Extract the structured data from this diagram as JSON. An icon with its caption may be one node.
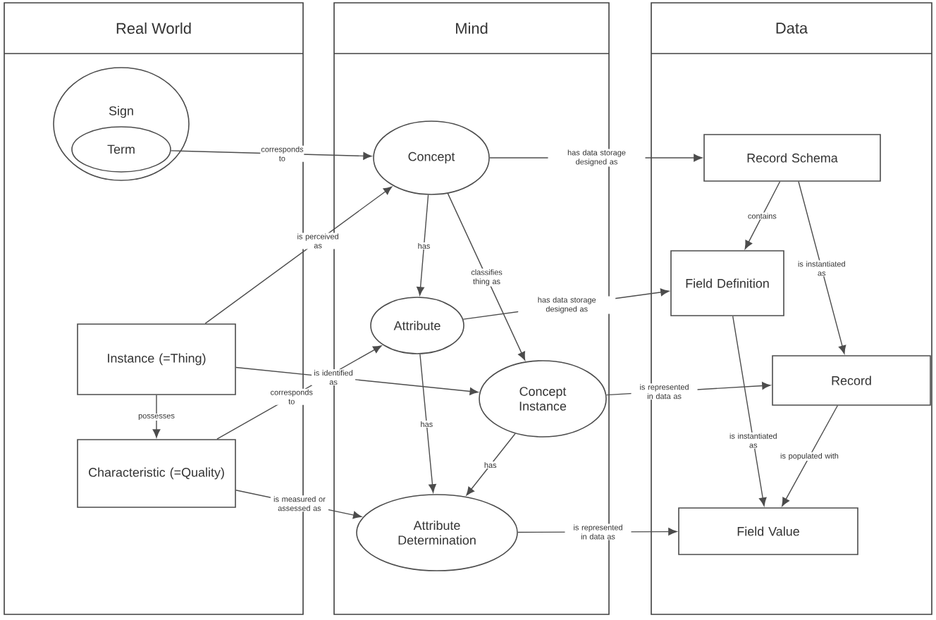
{
  "diagram": {
    "nodes": [
      {
        "text": [
          "Real World"
        ]
      },
      {
        "text": [
          "Mind"
        ]
      },
      {
        "text": [
          "Data"
        ]
      },
      {
        "text": [
          "Sign"
        ],
        "in": 0
      },
      {
        "text": [
          "Term"
        ],
        "in": 3
      },
      {
        "text": [
          "Instance (=Thing)"
        ],
        "in": 0
      },
      {
        "text": [
          "Characteristic (=Quality)"
        ],
        "in": 0
      },
      {
        "text": [
          "Concept"
        ],
        "in": 1
      },
      {
        "text": [
          "Attribute"
        ],
        "in": 1
      },
      {
        "text": [
          "Concept Instance"
        ],
        "in": 1
      },
      {
        "text": [
          "Attribute Determination"
        ],
        "in": 1
      },
      {
        "text": [
          "Record Schema"
        ],
        "in": 2
      },
      {
        "text": [
          "Field Definition"
        ],
        "in": 2
      },
      {
        "text": [
          "Record"
        ],
        "in": 2
      },
      {
        "text": [
          "Field Value"
        ],
        "in": 2
      }
    ],
    "edges": [
      {
        "from": 4,
        "to": 7,
        "arrow": "to",
        "label": "corresponds to"
      },
      {
        "from": 5,
        "to": 7,
        "arrow": "to",
        "label": "is perceived as"
      },
      {
        "from": 5,
        "to": 9,
        "arrow": "to",
        "label": "is identified as"
      },
      {
        "from": 5,
        "to": 6,
        "arrow": "to",
        "label": "possesses"
      },
      {
        "from": 6,
        "to": 8,
        "arrow": "to",
        "label": "corresponds to"
      },
      {
        "from": 6,
        "to": 10,
        "arrow": "to",
        "label": "is measured or assessed as"
      },
      {
        "from": 7,
        "to": 11,
        "arrow": "to",
        "label": "has data storage designed as"
      },
      {
        "from": 7,
        "to": 8,
        "arrow": "to",
        "label": "has"
      },
      {
        "from": 7,
        "to": 9,
        "arrow": "to",
        "label": "classifies thing as"
      },
      {
        "from": 8,
        "to": 12,
        "arrow": "to",
        "label": "has data storage designed as"
      },
      {
        "from": 8,
        "to": 10,
        "arrow": "to",
        "label": "has"
      },
      {
        "from": 9,
        "to": 10,
        "arrow": "to",
        "label": "has"
      },
      {
        "from": 9,
        "to": 13,
        "arrow": "to",
        "label": "is represented in data as"
      },
      {
        "from": 10,
        "to": 14,
        "arrow": "to",
        "label": "is represented in data as"
      },
      {
        "from": 11,
        "to": 12,
        "arrow": "to",
        "label": "contains"
      },
      {
        "from": 11,
        "to": 13,
        "arrow": "to",
        "label": "is instantiated as"
      },
      {
        "from": 12,
        "to": 14,
        "arrow": "to",
        "label": "is instantiated as"
      },
      {
        "from": 13,
        "to": 14,
        "arrow": "to",
        "label": "is populated with"
      }
    ]
  }
}
